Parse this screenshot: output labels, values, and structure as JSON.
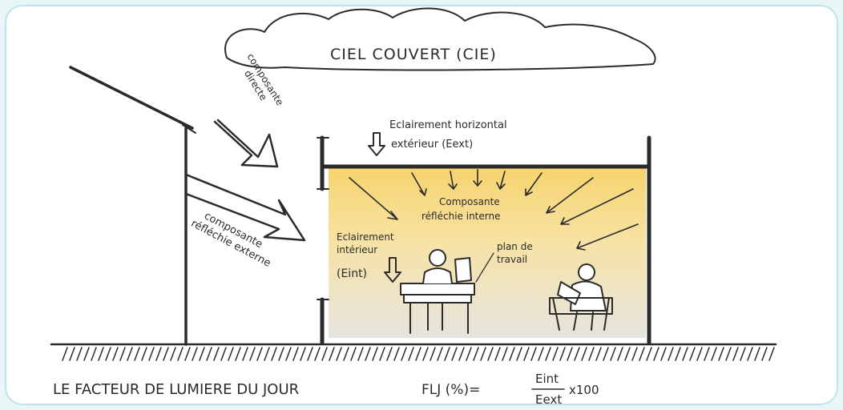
{
  "sky_label": "CIEL COUVERT (CIE)",
  "direct_component_line1": "composante",
  "direct_component_line2": "directe",
  "exterior_lighting_line1": "Eclairement horizontal",
  "exterior_lighting_line2": "extérieur (Eext)",
  "internal_reflected_line1": "Composante",
  "internal_reflected_line2": "réfléchie interne",
  "external_reflected_line1": "composante",
  "external_reflected_line2": "réfléchie externe",
  "interior_lighting_line1": "Eclairement",
  "interior_lighting_line2": "intérieur",
  "interior_lighting_line3": "(Eint)",
  "work_plane_line1": "plan de",
  "work_plane_line2": "travail",
  "footer_title": "LE FACTEUR DE LUMIERE DU JOUR",
  "formula_prefix": "FLJ (%)=",
  "formula_numerator": "Eint",
  "formula_denominator": "Eext",
  "formula_suffix": "x100",
  "colors": {
    "room_light_top": "#f7d97a",
    "room_light_bottom": "#e9e6df",
    "ink": "#2b2b2b",
    "frame": "#bfe3ea"
  }
}
